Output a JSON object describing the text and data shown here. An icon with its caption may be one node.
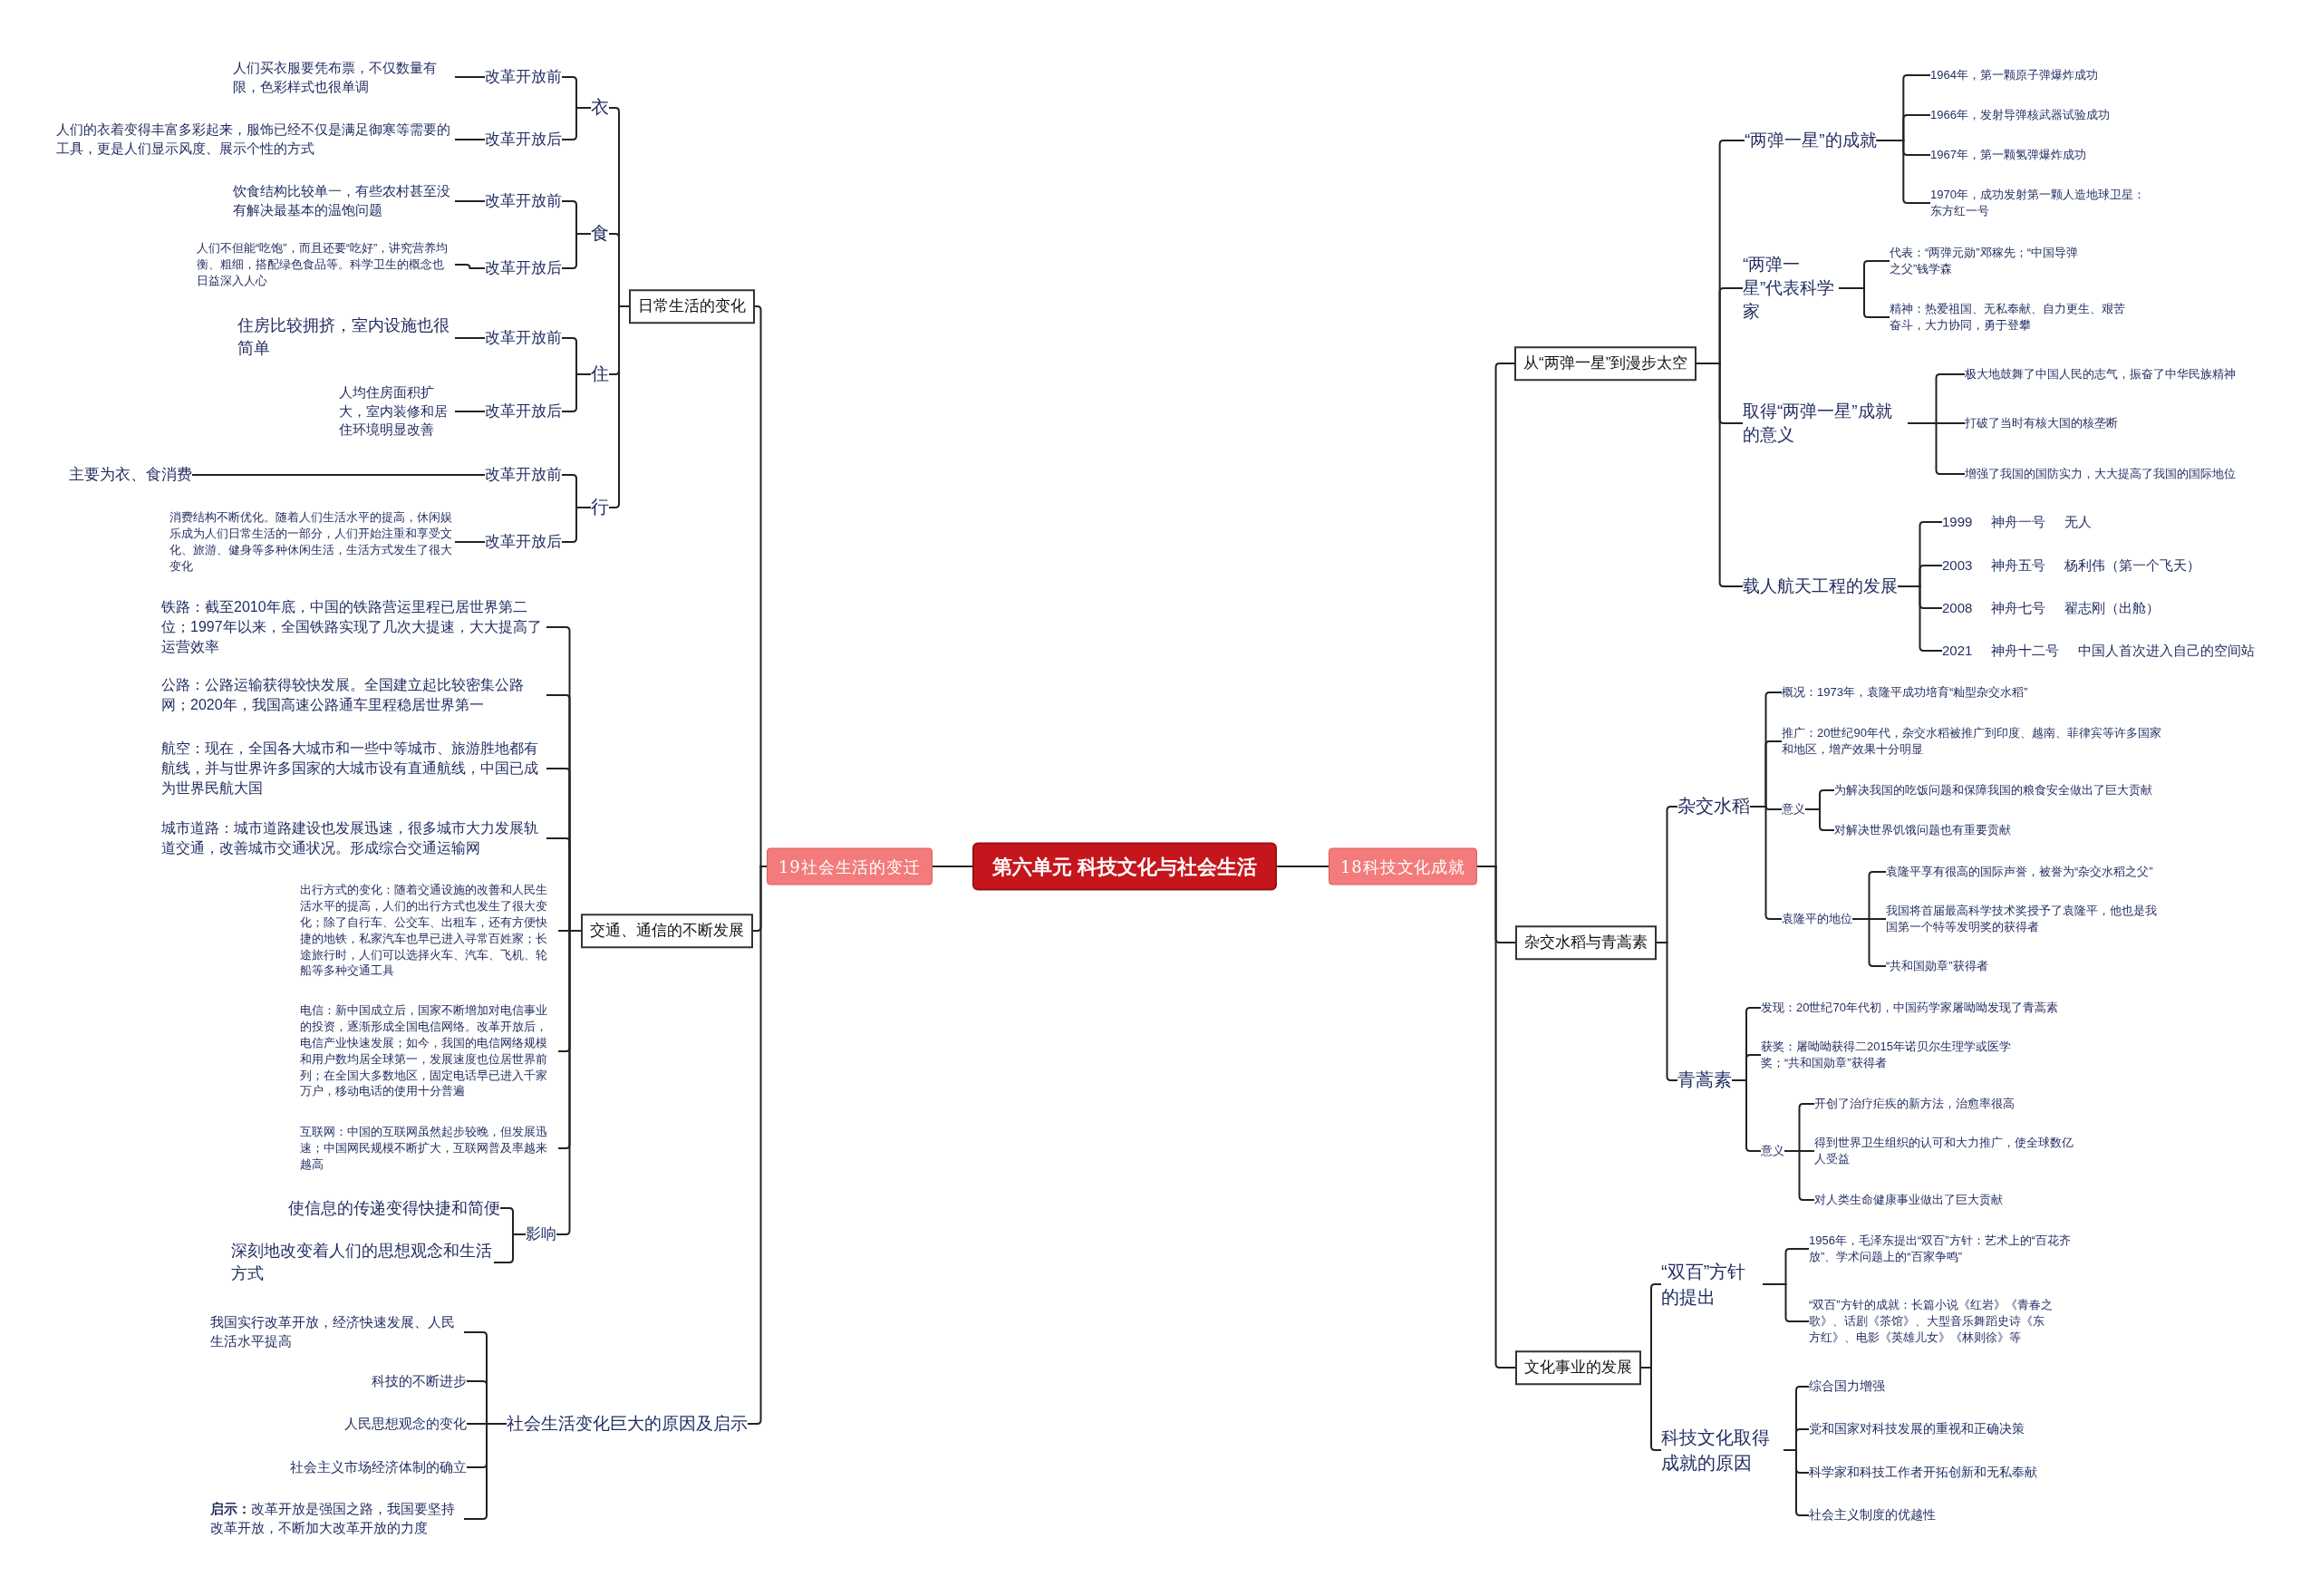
{
  "diagram": {
    "nodes": [
      {
        "text": [
          "第六单元  科技文化与社会生活"
        ]
      },
      {
        "text": [
          "19社会生活的变迁"
        ]
      },
      {
        "text": [
          "18科技文化成就"
        ]
      },
      {
        "text": [
          "日常生活的变化"
        ]
      },
      {
        "text": [
          "交通、通信的不断发展"
        ]
      },
      {
        "text": [
          "社会生活变化巨大的原因及启示"
        ]
      },
      {
        "text": [
          "衣"
        ]
      },
      {
        "text": [
          "改革开放前"
        ]
      },
      {
        "text": [
          "人们买衣服要凭布票，不仅数量有限，色彩样式也很单调"
        ]
      },
      {
        "text": [
          "改革开放后"
        ]
      },
      {
        "text": [
          "人们的衣着变得丰富多彩起来，服饰已经不仅是满足御寒等需要的工具，更是人们显示风度、展示个性的方式"
        ]
      },
      {
        "text": [
          "食"
        ]
      },
      {
        "text": [
          "改革开放前"
        ]
      },
      {
        "text": [
          "饮食结构比较单一，有些农村甚至没有解决最基本的温饱问题"
        ]
      },
      {
        "text": [
          "改革开放后"
        ]
      },
      {
        "text": [
          "人们不但能“吃饱”，而且还要“吃好”，讲究营养均衡、粗细，搭配绿色食品等。科学卫生的概念也日益深入人心"
        ]
      },
      {
        "text": [
          "住"
        ]
      },
      {
        "text": [
          "改革开放前"
        ]
      },
      {
        "text": [
          "住房比较拥挤，室内设施也很简单"
        ]
      },
      {
        "text": [
          "改革开放后"
        ]
      },
      {
        "text": [
          "人均住房面积扩大，室内装修和居住环境明显改善"
        ]
      },
      {
        "text": [
          "行"
        ]
      },
      {
        "text": [
          "改革开放前"
        ]
      },
      {
        "text": [
          "主要为衣、食消费"
        ]
      },
      {
        "text": [
          "改革开放后"
        ]
      },
      {
        "text": [
          "消费结构不断优化。随着人们生活水平的提高，休闲娱乐成为人们日常生活的一部分，人们开始注重和享受文化、旅游、健身等多种休闲生活，生活方式发生了很大变化"
        ]
      },
      {
        "text": [
          "铁路：截至2010年底，中国的铁路营运里程已居世界第二位；1997年以来，全国铁路实现了几次大提速，大大提高了运营效率"
        ]
      },
      {
        "text": [
          "公路：公路运输获得较快发展。全国建立起比较密集公路网；2020年，我国高速公路通车里程稳居世界第一"
        ]
      },
      {
        "text": [
          "航空：现在，全国各大城市和一些中等城市、旅游胜地都有航线，并与世界许多国家的大城市设有直通航线，中国已成为世界民航大国"
        ]
      },
      {
        "text": [
          "城市道路：城市道路建设也发展迅速，很多城市大力发展轨道交通，改善城市交通状况。形成综合交通运输网"
        ]
      },
      {
        "text": [
          "出行方式的变化：随着交通设施的改善和人民生活水平的提高，人们的出行方式也发生了很大变化；除了自行车、公交车、出租车，还有方便快捷的地铁，私家汽车也早已进入寻常百姓家；长途旅行时，人们可以选择火车、汽车、飞机、轮船等多种交通工具"
        ]
      },
      {
        "text": [
          "电信：新中国成立后，国家不断增加对电信事业的投资，逐渐形成全国电信网络。改革开放后，电信产业快速发展；如今，我国的电信网络规模和用户数均居全球第一，发展速度也位居世界前列；在全国大多数地区，固定电话早已进入千家万户，移动电话的使用十分普遍"
        ]
      },
      {
        "text": [
          "互联网：中国的互联网虽然起步较晚，但发展迅速；中国网民规模不断扩大，互联网普及率越来越高"
        ]
      },
      {
        "text": [
          "影响"
        ]
      },
      {
        "text": [
          "使信息的传递变得快捷和简便"
        ]
      },
      {
        "text": [
          "深刻地改变着人们的思想观念和生活方式"
        ]
      },
      {
        "text": [
          "我国实行改革开放，经济快速发展、人民生活水平提高"
        ]
      },
      {
        "text": [
          "科技的不断进步"
        ]
      },
      {
        "text": [
          "人民思想观念的变化"
        ]
      },
      {
        "text": [
          "社会主义市场经济体制的确立"
        ]
      },
      {
        "text": [
          "**启示：**改革开放是强国之路，我国要坚持改革开放，不断加大改革开放的力度"
        ]
      },
      {
        "text": [
          "从“两弹一星”到漫步太空"
        ]
      },
      {
        "text": [
          "杂交水稻与青蒿素"
        ]
      },
      {
        "text": [
          "文化事业的发展"
        ]
      },
      {
        "text": [
          "“两弹一星”的成就"
        ]
      },
      {
        "text": [
          "1964年，第一颗原子弹爆炸成功"
        ]
      },
      {
        "text": [
          "1966年，发射导弹核武器试验成功"
        ]
      },
      {
        "text": [
          "1967年，第一颗氢弹爆炸成功"
        ]
      },
      {
        "text": [
          "1970年，成功发射第一颗人造地球卫星：东方红一号"
        ]
      },
      {
        "text": [
          "“两弹一星”代表科学家"
        ]
      },
      {
        "text": [
          "代表：“两弹元勋”邓稼先；“中国导弹之父”钱学森"
        ]
      },
      {
        "text": [
          "精神：热爱祖国、无私奉献、自力更生、艰苦奋斗，大力协同，勇于登攀"
        ]
      },
      {
        "text": [
          "取得“两弹一星”成就的意义"
        ]
      },
      {
        "text": [
          "极大地鼓舞了中国人民的志气，振奋了中华民族精神"
        ]
      },
      {
        "text": [
          "打破了当时有核大国的核垄断"
        ]
      },
      {
        "text": [
          "增强了我国的国防实力，大大提高了我国的国际地位"
        ]
      },
      {
        "text": [
          "载人航天工程的发展"
        ]
      },
      {
        "text": [
          "1999 神舟一号 无人"
        ]
      },
      {
        "text": [
          "2003 神舟五号 杨利伟（第一个飞天）"
        ]
      },
      {
        "text": [
          "2008 神舟七号 翟志刚（出舱）"
        ]
      },
      {
        "text": [
          "2021 神舟十二号 中国人首次进入自己的空间站"
        ]
      },
      {
        "text": [
          "杂交水稻"
        ]
      },
      {
        "text": [
          "概况：1973年，袁隆平成功培育“籼型杂交水稻”"
        ]
      },
      {
        "text": [
          "推广：20世纪90年代，杂交水稻被推广到印度、越南、菲律宾等许多国家和地区，增产效果十分明显"
        ]
      },
      {
        "text": [
          "意义"
        ]
      },
      {
        "text": [
          "为解决我国的吃饭问题和保障我国的粮食安全做出了巨大贡献"
        ]
      },
      {
        "text": [
          "对解决世界饥饿问题也有重要贡献"
        ]
      },
      {
        "text": [
          "袁隆平的地位"
        ]
      },
      {
        "text": [
          "袁隆平享有很高的国际声誉，被誉为“杂交水稻之父”"
        ]
      },
      {
        "text": [
          "我国将首届最高科学技术奖授予了袁隆平，他也是我国第一个特等发明奖的获得者"
        ]
      },
      {
        "text": [
          "“共和国勋章”获得者"
        ]
      },
      {
        "text": [
          "青蒿素"
        ]
      },
      {
        "text": [
          "发现：20世纪70年代初，中国药学家屠呦呦发现了青蒿素"
        ]
      },
      {
        "text": [
          "获奖：屠呦呦获得二2015年诺贝尔生理学或医学奖；“共和国勋章”获得者"
        ]
      },
      {
        "text": [
          "意义"
        ]
      },
      {
        "text": [
          "开创了治疗疟疾的新方法，治愈率很高"
        ]
      },
      {
        "text": [
          "得到世界卫生组织的认可和大力推广，使全球数亿人受益"
        ]
      },
      {
        "text": [
          "对人类生命健康事业做出了巨大贡献"
        ]
      },
      {
        "text": [
          "“双百”方针的提出"
        ]
      },
      {
        "text": [
          "1956年，毛泽东提出“双百”方针：艺术上的“百花齐放”、学术问题上的“百家争鸣”"
        ]
      },
      {
        "text": [
          "“双百”方针的成就：长篇小说《红岩》《青春之歌》、话剧《茶馆》、大型音乐舞蹈史诗《东方红》、电影《英雄儿女》《林则徐》等"
        ]
      },
      {
        "text": [
          "科技文化取得成就的原因"
        ]
      },
      {
        "text": [
          "综合国力增强"
        ]
      },
      {
        "text": [
          "党和国家对科技发展的重视和正确决策"
        ]
      },
      {
        "text": [
          "科学家和科技工作者开拓创新和无私奉献"
        ]
      },
      {
        "text": [
          "社会主义制度的优越性"
        ]
      }
    ],
    "edges": [
      {
        "from": 0,
        "to": 1,
        "arrow": "none"
      },
      {
        "from": 0,
        "to": 2,
        "arrow": "none"
      },
      {
        "from": 1,
        "to": 3,
        "arrow": "none"
      },
      {
        "from": 1,
        "to": 4,
        "arrow": "none"
      },
      {
        "from": 1,
        "to": 5,
        "arrow": "none"
      },
      {
        "from": 3,
        "to": 6,
        "arrow": "none"
      },
      {
        "from": 3,
        "to": 11,
        "arrow": "none"
      },
      {
        "from": 3,
        "to": 16,
        "arrow": "none"
      },
      {
        "from": 3,
        "to": 21,
        "arrow": "none"
      },
      {
        "from": 6,
        "to": 7,
        "arrow": "none"
      },
      {
        "from": 6,
        "to": 9,
        "arrow": "none"
      },
      {
        "from": 7,
        "to": 8,
        "arrow": "none"
      },
      {
        "from": 9,
        "to": 10,
        "arrow": "none"
      },
      {
        "from": 11,
        "to": 12,
        "arrow": "none"
      },
      {
        "from": 11,
        "to": 14,
        "arrow": "none"
      },
      {
        "from": 12,
        "to": 13,
        "arrow": "none"
      },
      {
        "from": 14,
        "to": 15,
        "arrow": "none"
      },
      {
        "from": 16,
        "to": 17,
        "arrow": "none"
      },
      {
        "from": 16,
        "to": 19,
        "arrow": "none"
      },
      {
        "from": 17,
        "to": 18,
        "arrow": "none"
      },
      {
        "from": 19,
        "to": 20,
        "arrow": "none"
      },
      {
        "from": 21,
        "to": 22,
        "arrow": "none"
      },
      {
        "from": 21,
        "to": 24,
        "arrow": "none"
      },
      {
        "from": 22,
        "to": 23,
        "arrow": "none"
      },
      {
        "from": 24,
        "to": 25,
        "arrow": "none"
      },
      {
        "from": 4,
        "to": 26,
        "arrow": "none"
      },
      {
        "from": 4,
        "to": 27,
        "arrow": "none"
      },
      {
        "from": 4,
        "to": 28,
        "arrow": "none"
      },
      {
        "from": 4,
        "to": 29,
        "arrow": "none"
      },
      {
        "from": 4,
        "to": 30,
        "arrow": "none"
      },
      {
        "from": 4,
        "to": 31,
        "arrow": "none"
      },
      {
        "from": 4,
        "to": 32,
        "arrow": "none"
      },
      {
        "from": 4,
        "to": 33,
        "arrow": "none"
      },
      {
        "from": 33,
        "to": 34,
        "arrow": "none"
      },
      {
        "from": 33,
        "to": 35,
        "arrow": "none"
      },
      {
        "from": 5,
        "to": 36,
        "arrow": "none"
      },
      {
        "from": 5,
        "to": 37,
        "arrow": "none"
      },
      {
        "from": 5,
        "to": 38,
        "arrow": "none"
      },
      {
        "from": 5,
        "to": 39,
        "arrow": "none"
      },
      {
        "from": 5,
        "to": 40,
        "arrow": "none"
      },
      {
        "from": 2,
        "to": 41,
        "arrow": "none"
      },
      {
        "from": 2,
        "to": 42,
        "arrow": "none"
      },
      {
        "from": 2,
        "to": 43,
        "arrow": "none"
      },
      {
        "from": 41,
        "to": 44,
        "arrow": "none"
      },
      {
        "from": 41,
        "to": 49,
        "arrow": "none"
      },
      {
        "from": 41,
        "to": 52,
        "arrow": "none"
      },
      {
        "from": 41,
        "to": 56,
        "arrow": "none"
      },
      {
        "from": 44,
        "to": 45,
        "arrow": "none"
      },
      {
        "from": 44,
        "to": 46,
        "arrow": "none"
      },
      {
        "from": 44,
        "to": 47,
        "arrow": "none"
      },
      {
        "from": 44,
        "to": 48,
        "arrow": "none"
      },
      {
        "from": 49,
        "to": 50,
        "arrow": "none"
      },
      {
        "from": 49,
        "to": 51,
        "arrow": "none"
      },
      {
        "from": 52,
        "to": 53,
        "arrow": "none"
      },
      {
        "from": 52,
        "to": 54,
        "arrow": "none"
      },
      {
        "from": 52,
        "to": 55,
        "arrow": "none"
      },
      {
        "from": 56,
        "to": 57,
        "arrow": "none"
      },
      {
        "from": 56,
        "to": 58,
        "arrow": "none"
      },
      {
        "from": 56,
        "to": 59,
        "arrow": "none"
      },
      {
        "from": 56,
        "to": 60,
        "arrow": "none"
      },
      {
        "from": 42,
        "to": 61,
        "arrow": "none"
      },
      {
        "from": 42,
        "to": 71,
        "arrow": "none"
      },
      {
        "from": 61,
        "to": 62,
        "arrow": "none"
      },
      {
        "from": 61,
        "to": 63,
        "arrow": "none"
      },
      {
        "from": 61,
        "to": 64,
        "arrow": "none"
      },
      {
        "from": 61,
        "to": 67,
        "arrow": "none"
      },
      {
        "from": 64,
        "to": 65,
        "arrow": "none"
      },
      {
        "from": 64,
        "to": 66,
        "arrow": "none"
      },
      {
        "from": 67,
        "to": 68,
        "arrow": "none"
      },
      {
        "from": 67,
        "to": 69,
        "arrow": "none"
      },
      {
        "from": 67,
        "to": 70,
        "arrow": "none"
      },
      {
        "from": 71,
        "to": 72,
        "arrow": "none"
      },
      {
        "from": 71,
        "to": 73,
        "arrow": "none"
      },
      {
        "from": 71,
        "to": 74,
        "arrow": "none"
      },
      {
        "from": 74,
        "to": 75,
        "arrow": "none"
      },
      {
        "from": 74,
        "to": 76,
        "arrow": "none"
      },
      {
        "from": 74,
        "to": 77,
        "arrow": "none"
      },
      {
        "from": 43,
        "to": 78,
        "arrow": "none"
      },
      {
        "from": 43,
        "to": 81,
        "arrow": "none"
      },
      {
        "from": 78,
        "to": 79,
        "arrow": "none"
      },
      {
        "from": 78,
        "to": 80,
        "arrow": "none"
      },
      {
        "from": 81,
        "to": 82,
        "arrow": "none"
      },
      {
        "from": 81,
        "to": 83,
        "arrow": "none"
      },
      {
        "from": 81,
        "to": 84,
        "arrow": "none"
      },
      {
        "from": 81,
        "to": 85,
        "arrow": "none"
      }
    ]
  }
}
